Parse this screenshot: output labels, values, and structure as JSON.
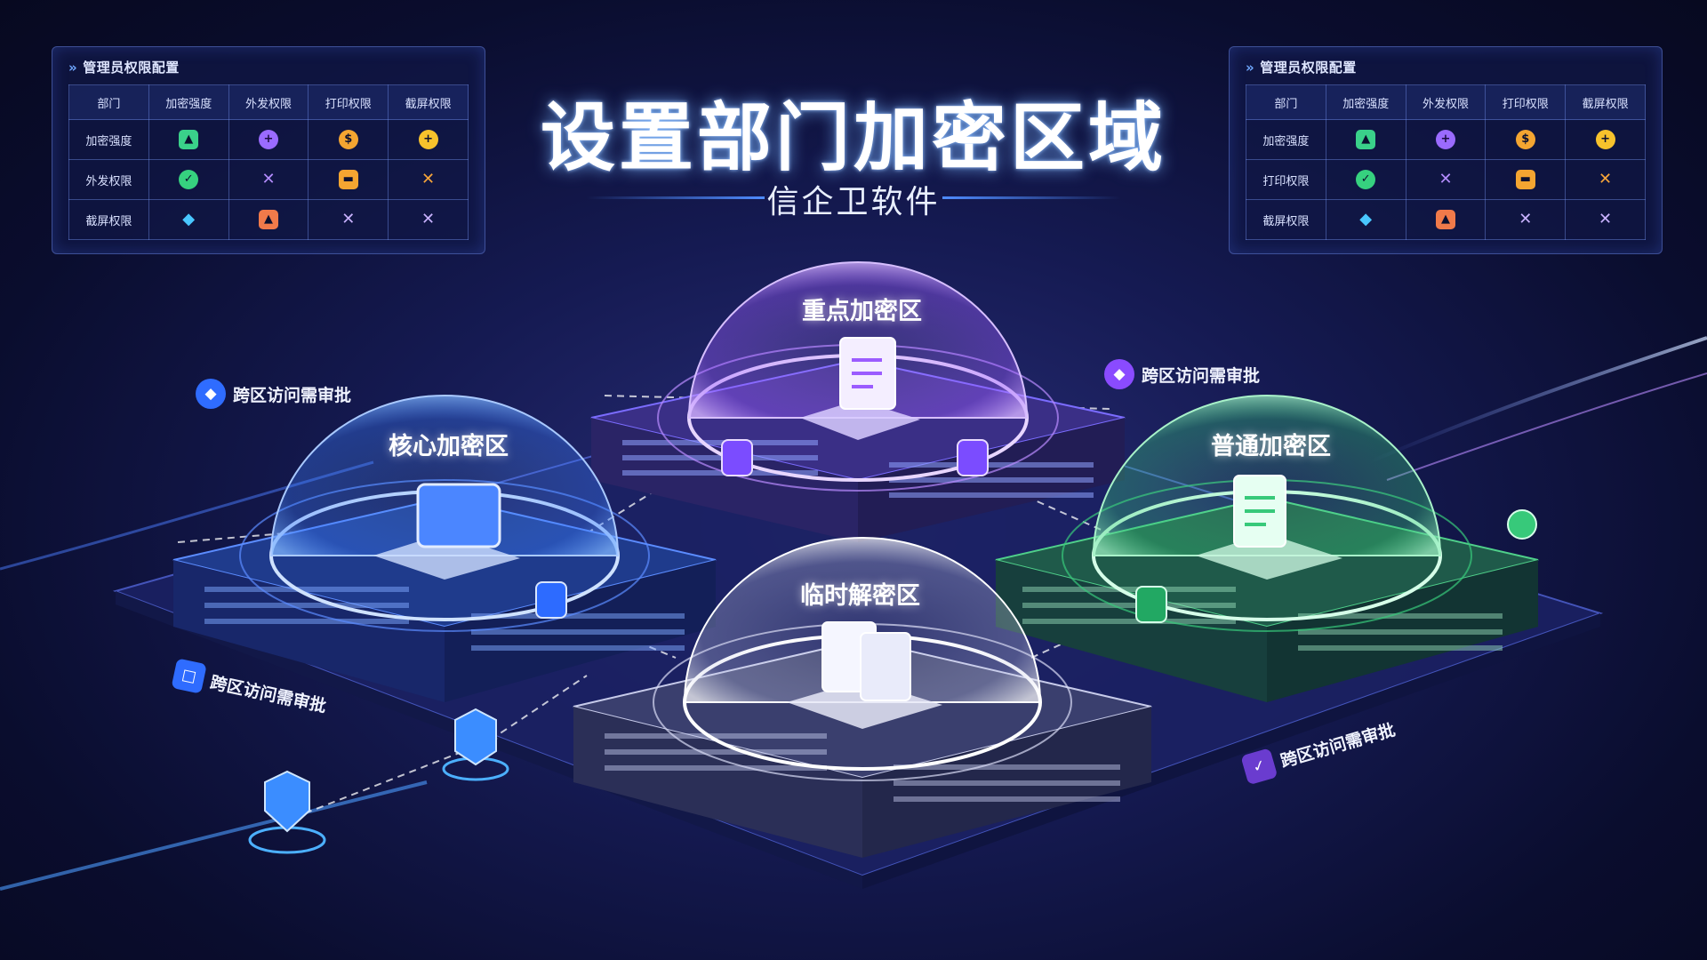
{
  "title": "设置部门加密区域",
  "subtitle": "信企卫软件",
  "left_panel": {
    "title": "管理员权限配置",
    "headers": [
      "部门",
      "加密强度",
      "外发权限",
      "打印权限",
      "截屏权限"
    ],
    "rows": [
      {
        "label": "加密强度",
        "cells": [
          "lock-green",
          "plus-purple",
          "coin-orange",
          "plus-yellow"
        ]
      },
      {
        "label": "外发权限",
        "cells": [
          "check-green",
          "x-purple",
          "box-orange",
          "x-orange"
        ]
      },
      {
        "label": "截屏权限",
        "cells": [
          "gem-blue",
          "box-coral",
          "x-lav",
          "x-lav"
        ]
      }
    ]
  },
  "right_panel": {
    "title": "管理员权限配置",
    "headers": [
      "部门",
      "加密强度",
      "外发权限",
      "打印权限",
      "截屏权限"
    ],
    "rows": [
      {
        "label": "加密强度",
        "cells": [
          "lock-green",
          "plus-purple",
          "coin-orange",
          "plus-yellow"
        ]
      },
      {
        "label": "打印权限",
        "cells": [
          "check-green",
          "x-purple",
          "box-orange",
          "x-orange"
        ]
      },
      {
        "label": "截屏权限",
        "cells": [
          "gem-blue",
          "box-coral",
          "x-lav",
          "x-lav"
        ]
      }
    ]
  },
  "zones": {
    "core": {
      "label": "核心加密区",
      "color": "#3c7dff"
    },
    "key": {
      "label": "重点加密区",
      "color": "#9b5cff"
    },
    "normal": {
      "label": "普通加密区",
      "color": "#37c97a"
    },
    "temp": {
      "label": "临时解密区",
      "color": "#c8cce8"
    }
  },
  "approvals": {
    "upper_left": "跨区访问需审批",
    "upper_right": "跨区访问需审批",
    "lower_left": "跨区访问需审批",
    "lower_right": "跨区访问需审批"
  }
}
